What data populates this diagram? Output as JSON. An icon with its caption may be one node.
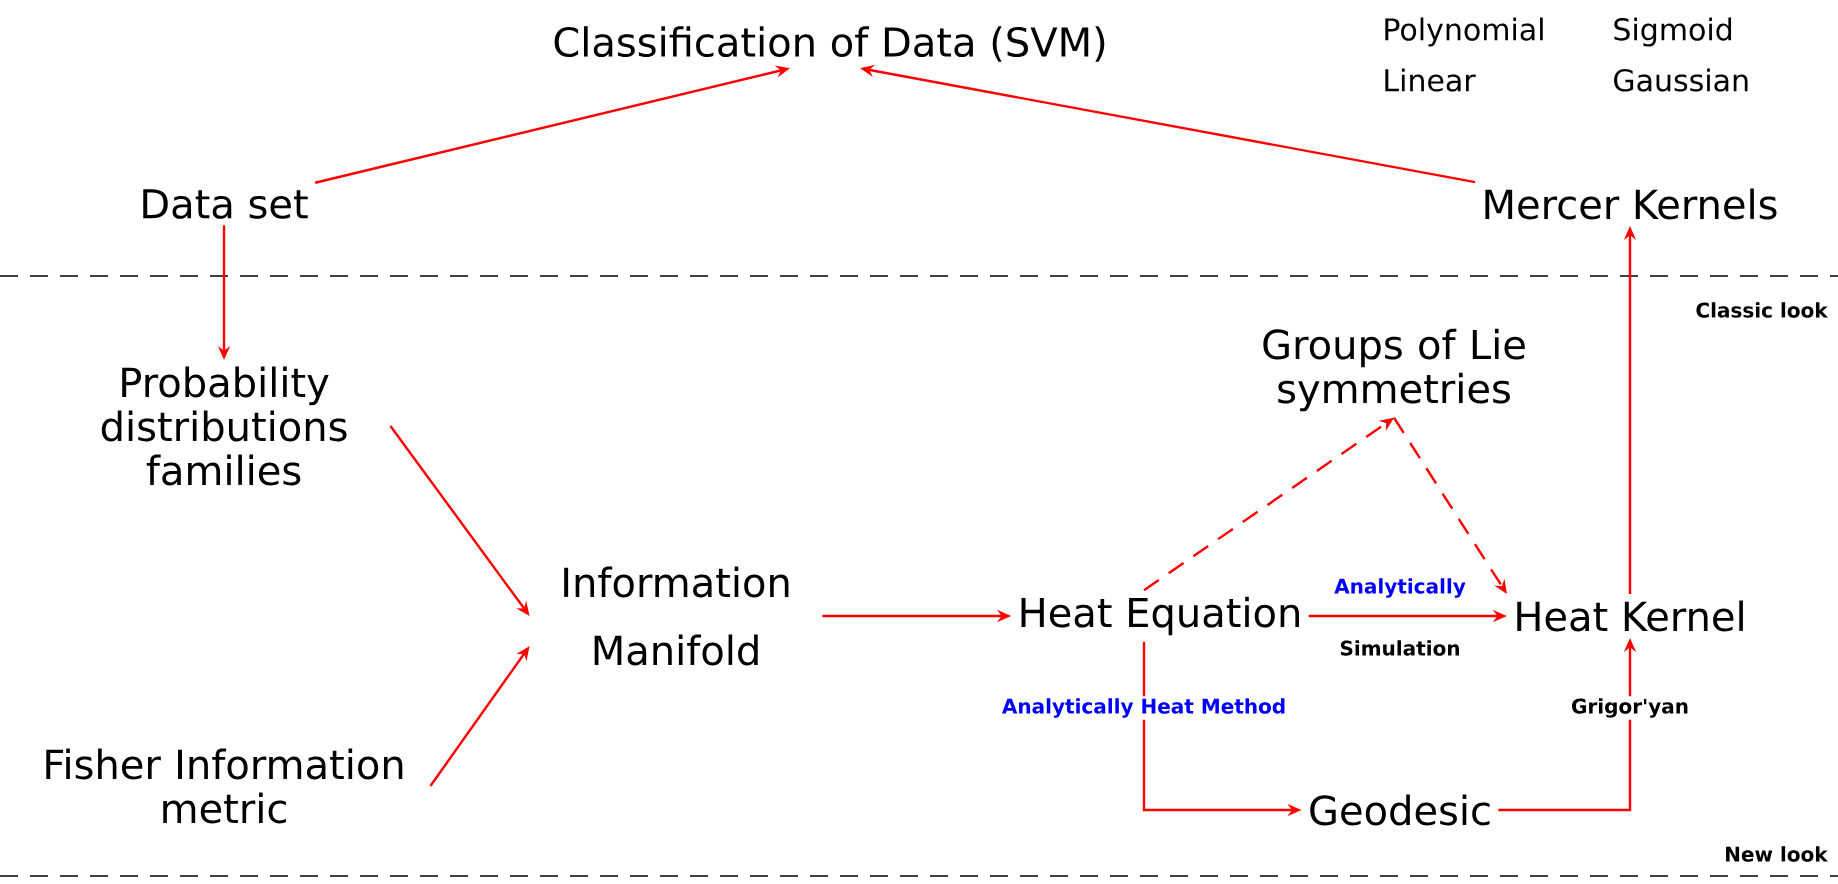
{
  "diagram": {
    "nodes": [
      {
        "text": [
          "Classification of Data (SVM)"
        ]
      },
      {
        "text": [
          "Data set"
        ]
      },
      {
        "text": [
          "Mercer Kernels"
        ]
      },
      {
        "text": [
          "Probability distributions families"
        ]
      },
      {
        "text": [
          "Information Manifold"
        ]
      },
      {
        "text": [
          "Fisher Information metric"
        ]
      },
      {
        "text": [
          "Groups of Lie symmetries"
        ]
      },
      {
        "text": [
          "Heat Equation"
        ]
      },
      {
        "text": [
          "Heat Kernel"
        ]
      },
      {
        "text": [
          "Geodesic"
        ]
      }
    ],
    "edges": [
      {
        "from": 1,
        "to": 0,
        "arrow": "to"
      },
      {
        "from": 2,
        "to": 0,
        "arrow": "to"
      },
      {
        "from": 1,
        "to": 3,
        "arrow": "to"
      },
      {
        "from": 3,
        "to": 4,
        "arrow": "to"
      },
      {
        "from": 5,
        "to": 4,
        "arrow": "to"
      },
      {
        "from": 4,
        "to": 7,
        "arrow": "to"
      },
      {
        "from": 7,
        "to": 6,
        "arrow": "to",
        "style": "dashed"
      },
      {
        "from": 6,
        "to": 8,
        "arrow": "to",
        "style": "dashed"
      },
      {
        "from": 7,
        "to": 8,
        "arrow": "to",
        "label": "Analytically"
      },
      {
        "from": 7,
        "to": 9,
        "arrow": "to",
        "label": "Analytically Heat Method"
      },
      {
        "from": 9,
        "to": 8,
        "arrow": "to",
        "label": "Grigor'yan"
      },
      {
        "from": 8,
        "to": 2,
        "arrow": "to"
      }
    ],
    "labels": [
      "Polynomial",
      "Sigmoid",
      "Linear",
      "Gaussian",
      "Classic look",
      "Simulation",
      "New look"
    ]
  }
}
